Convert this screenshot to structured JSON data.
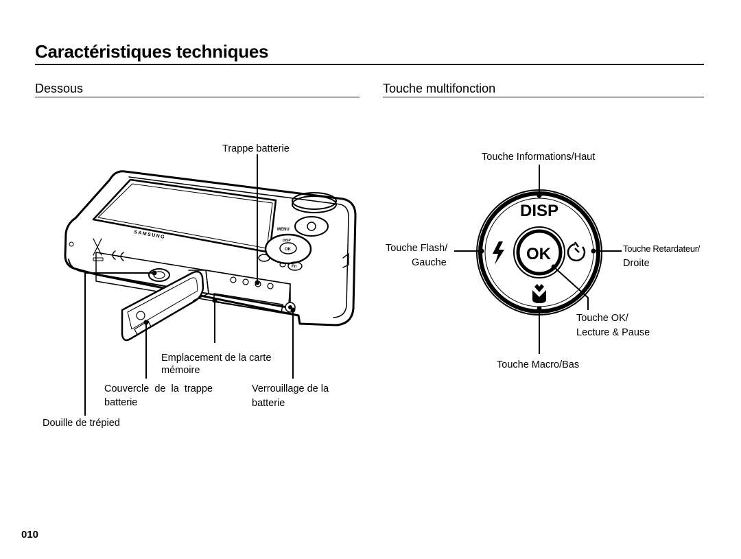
{
  "page": {
    "title": "Caractéristiques techniques",
    "page_number": "010"
  },
  "left_section": {
    "heading": "Dessous",
    "labels": {
      "battery_door": "Trappe batterie",
      "card_slot_line1": "Emplacement de la carte",
      "card_slot_line2": "mémoire",
      "battery_cover_line1": "Couvercle  de  la  trappe",
      "battery_cover_line2": "batterie",
      "battery_lock_line1": "Verrouillage de la",
      "battery_lock_line2": "batterie",
      "tripod": "Douille de trépied"
    },
    "camera_markings": {
      "brand": "SAMSUNG",
      "menu": "MENU",
      "ok": "OK",
      "disp": "DISP",
      "fn": "Fn"
    }
  },
  "right_section": {
    "heading": "Touche multifonction",
    "labels": {
      "info_up": "Touche Informations/Haut",
      "flash_line1": "Touche Flash/",
      "flash_line2": "Gauche",
      "timer_line1": "Touche Retardateur/",
      "timer_line2": "Droite",
      "ok_line1": "Touche OK/",
      "ok_line2": "Lecture & Pause",
      "macro_down": "Touche Macro/Bas"
    },
    "dial": {
      "disp": "DISP",
      "ok": "OK"
    }
  }
}
